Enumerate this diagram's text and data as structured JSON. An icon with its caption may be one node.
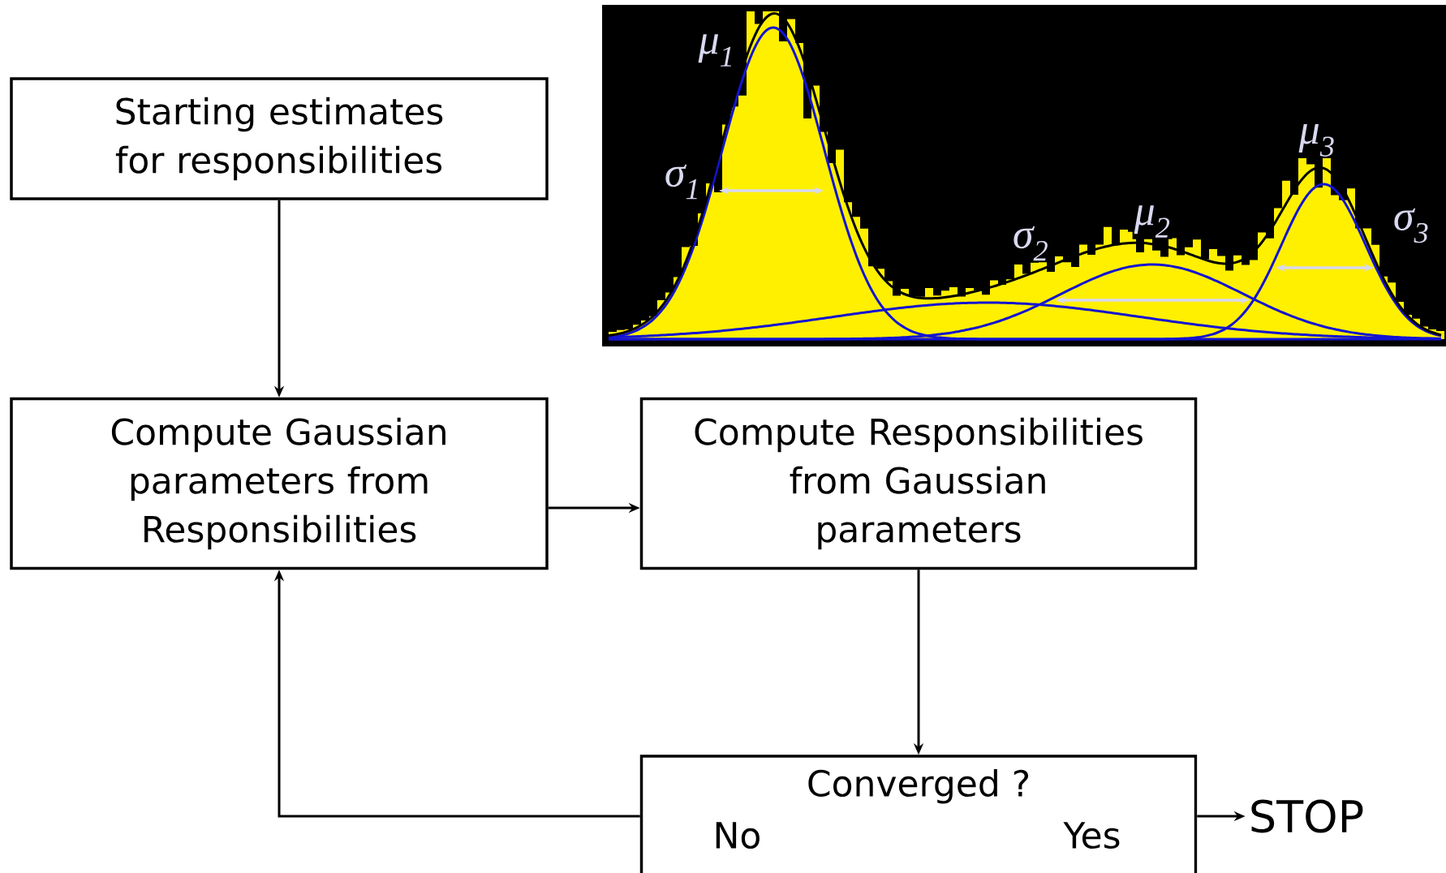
{
  "diagram": {
    "nodes": [
      {
        "text": [
          "Starting estimates for responsibilities"
        ]
      },
      {
        "text": [
          "Compute Gaussian parameters from Responsibilities"
        ]
      },
      {
        "text": [
          "Compute Responsibilities from Gaussian parameters"
        ]
      },
      {
        "text": [
          "Converged ?",
          "No",
          "Yes"
        ]
      },
      {
        "text": [
          "STOP"
        ]
      }
    ],
    "edges": [
      {
        "from": 0,
        "to": 1,
        "arrow": "to"
      },
      {
        "from": 1,
        "to": 2,
        "arrow": "to"
      },
      {
        "from": 2,
        "to": 3,
        "arrow": "to"
      },
      {
        "from": 3,
        "to": 1,
        "arrow": "to"
      },
      {
        "from": 3,
        "to": 4,
        "arrow": "to"
      }
    ],
    "labels": [
      "μ$_{1}$",
      "μ$_{3}$",
      "σ$_{1}$",
      "μ$_{2}$",
      "σ$_{3}$",
      "σ$_{2}$"
    ]
  }
}
